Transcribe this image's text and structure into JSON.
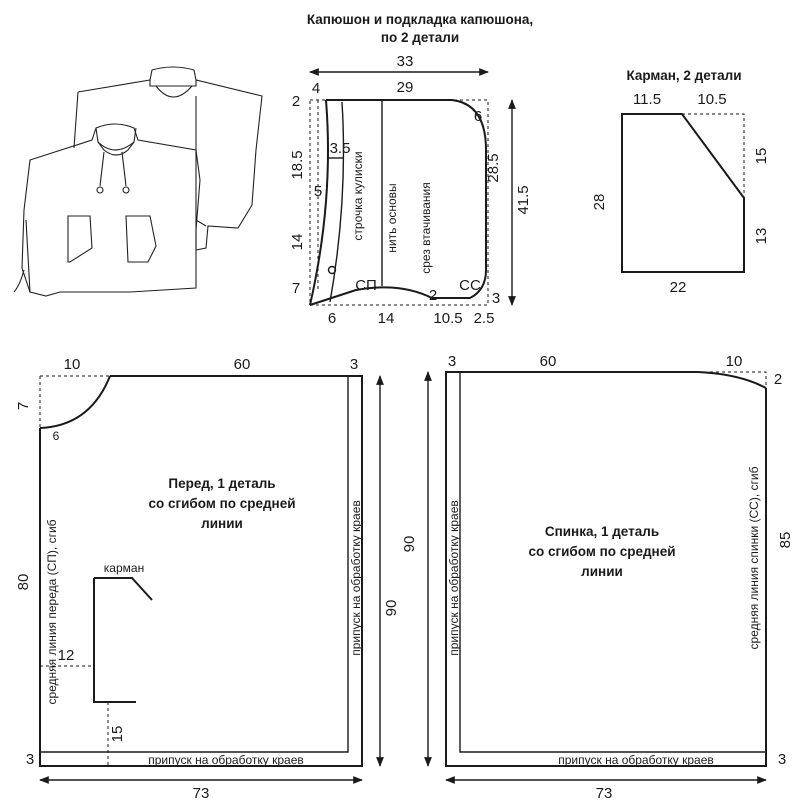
{
  "hood": {
    "title_line1": "Капюшон и подкладка капюшона,",
    "title_line2": "по 2 детали",
    "dim_33": "33",
    "dim_29": "29",
    "dim_4": "4",
    "dim_2_top": "2",
    "dim_6_top": "6",
    "dim_18_5": "18.5",
    "dim_3_5": "3.5",
    "dim_5": "5",
    "dim_14_side": "14",
    "dim_7": "7",
    "dim_28_5": "28.5",
    "dim_41_5": "41.5",
    "dim_6_bottom": "6",
    "dim_14_bottom": "14",
    "dim_10_5": "10.5",
    "dim_2_5": "2.5",
    "dim_2_bottom": "2",
    "dim_3": "3",
    "label_cord": "строчка кулиски",
    "label_grain": "нить основы",
    "label_seam": "срез втачивания",
    "label_sp": "СП",
    "label_ss": "СС"
  },
  "pocket": {
    "title": "Карман, 2 детали",
    "dim_11_5": "11.5",
    "dim_10_5": "10.5",
    "dim_15": "15",
    "dim_28": "28",
    "dim_13": "13",
    "dim_22": "22"
  },
  "front": {
    "title_line1": "Перед, 1 деталь",
    "title_line2": "со сгибом по средней",
    "title_line3": "линии",
    "dim_10": "10",
    "dim_60": "60",
    "dim_3_top": "3",
    "dim_7": "7",
    "dim_6": "6",
    "dim_80": "80",
    "dim_12": "12",
    "dim_15": "15",
    "dim_90": "90",
    "dim_3_bottom": "3",
    "dim_73": "73",
    "label_center": "средняя линия переда (СП), сгиб",
    "label_pocket": "карман",
    "label_side_allowance": "припуск на обработку краев",
    "label_bottom_allowance": "припуск на обработку краев"
  },
  "back": {
    "title_line1": "Спинка, 1 деталь",
    "title_line2": "со сгибом по средней",
    "title_line3": "линии",
    "dim_3": "3",
    "dim_60": "60",
    "dim_10": "10",
    "dim_2": "2",
    "dim_90": "90",
    "dim_85": "85",
    "dim_3_bottom": "3",
    "dim_73": "73",
    "label_center": "средняя линия спинки (СС), сгиб",
    "label_side_allowance": "припуск на обработку краев",
    "label_bottom_allowance": "припуск на обработку краев"
  }
}
